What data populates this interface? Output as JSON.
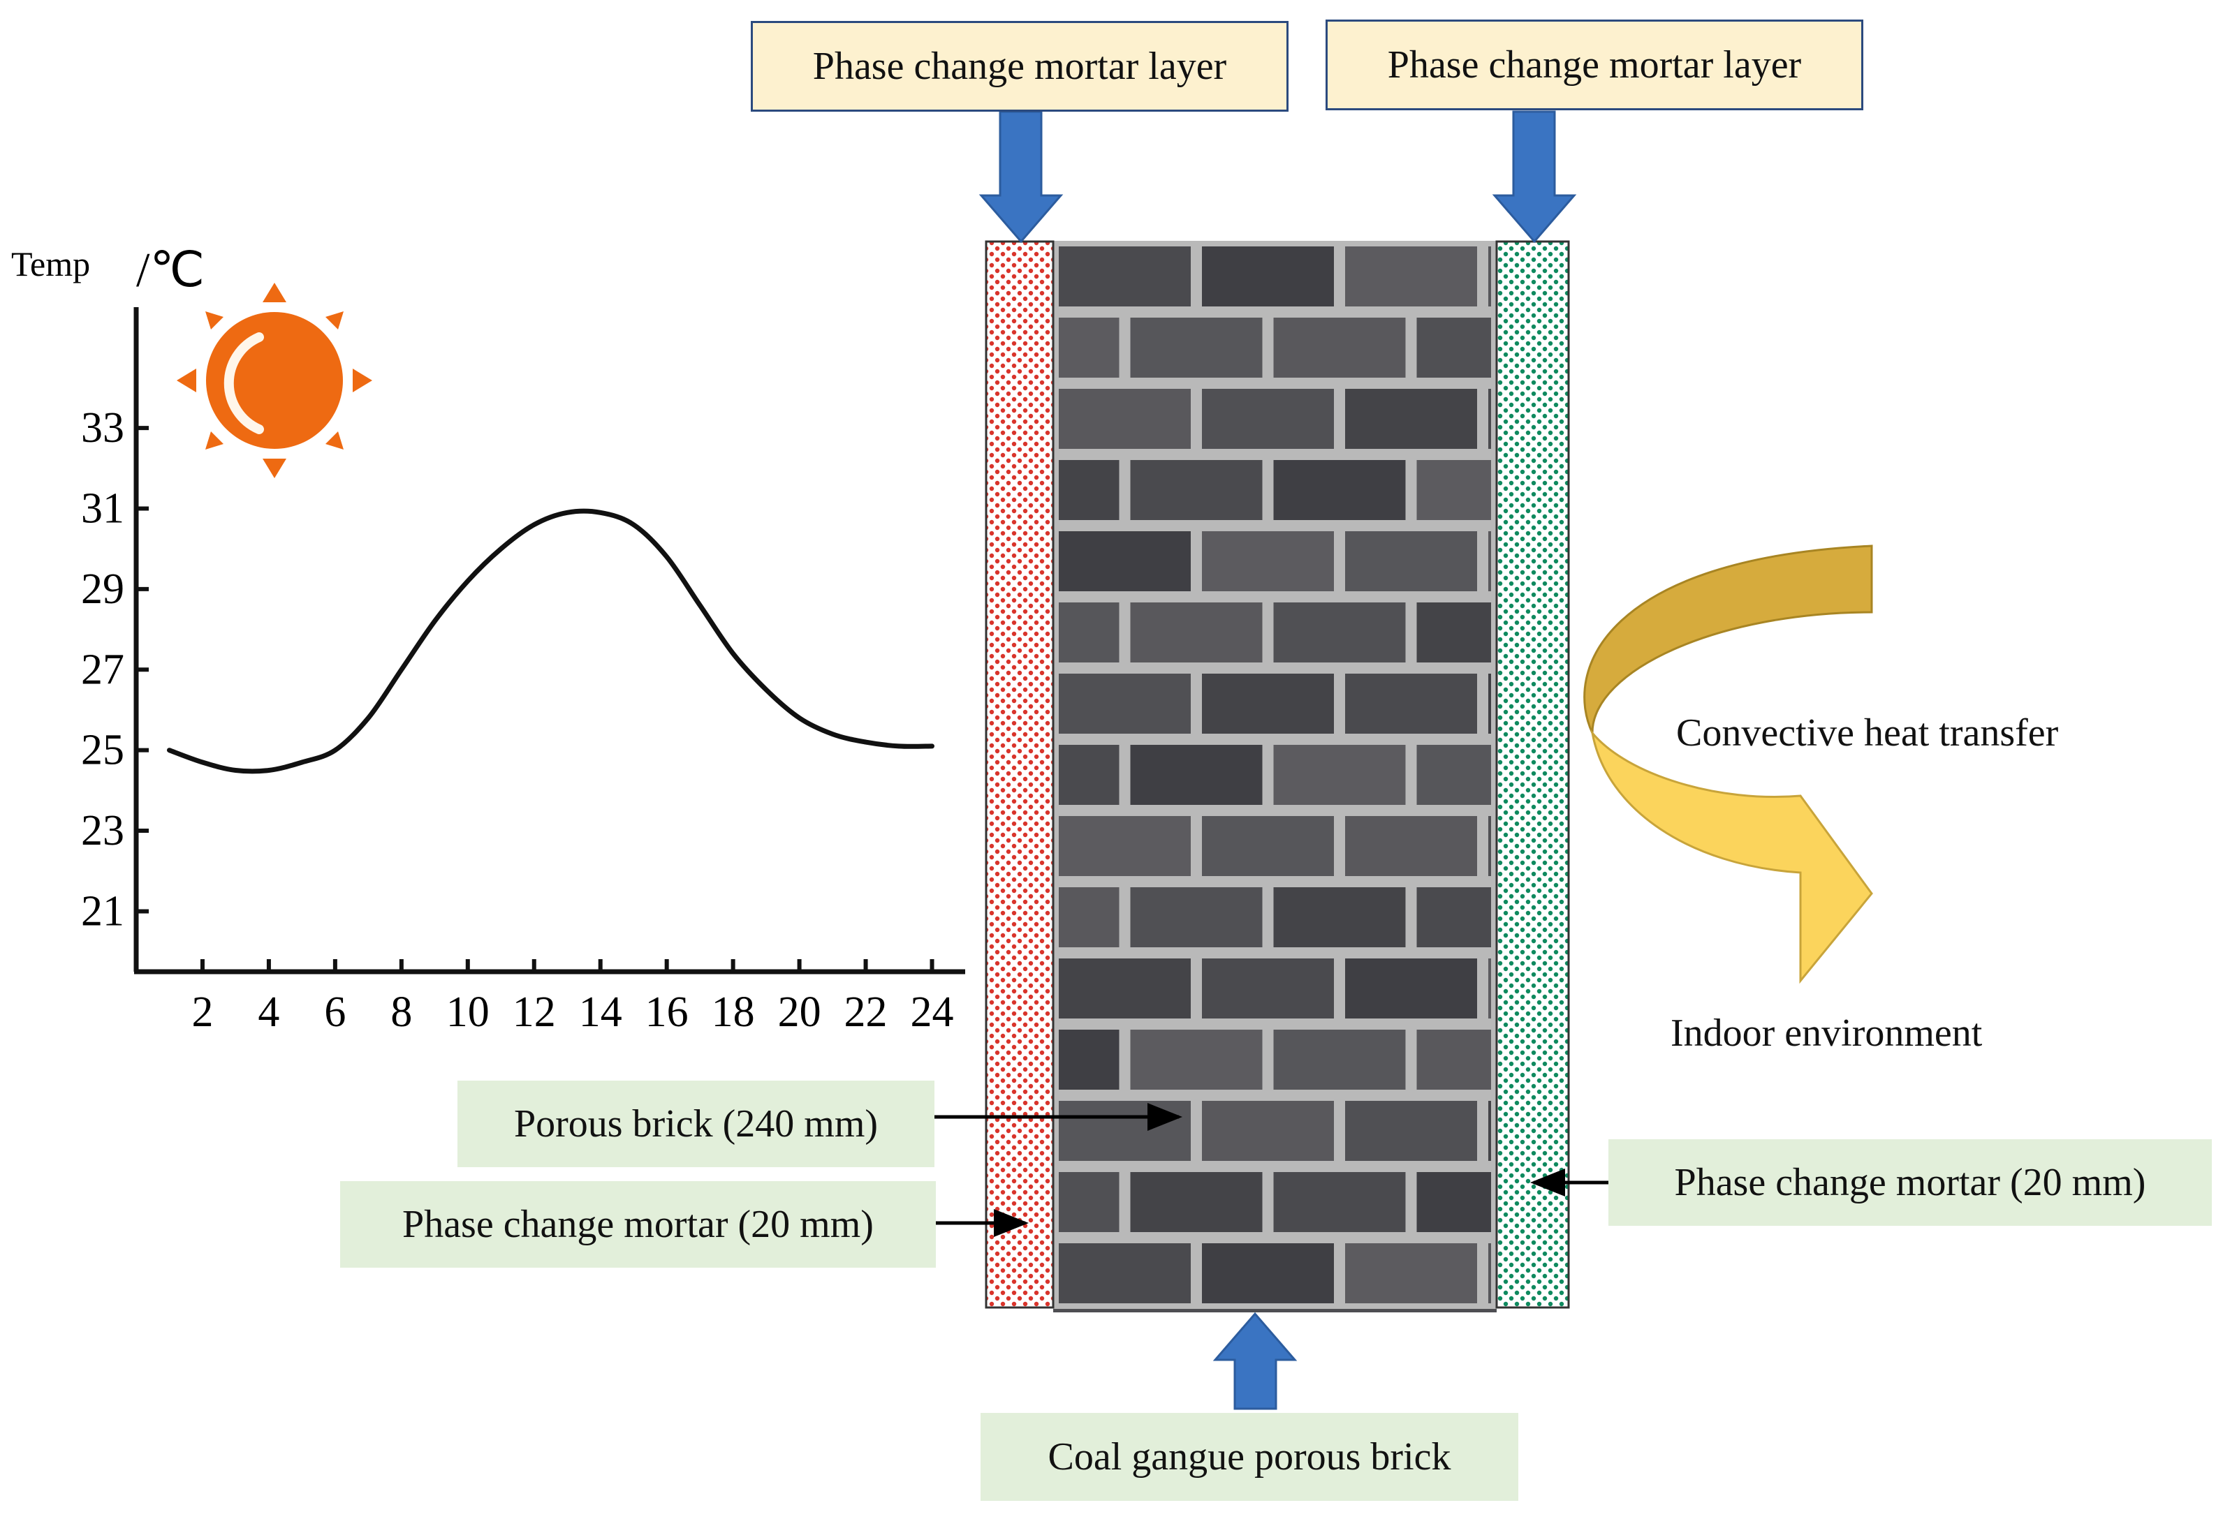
{
  "labels": {
    "pcm_layer_left": "Phase change mortar layer",
    "pcm_layer_right": "Phase change mortar layer",
    "porous_brick": "Porous brick (240 mm)",
    "pcm_20mm_left": "Phase change mortar (20 mm)",
    "pcm_20mm_right": "Phase change mortar (20 mm)",
    "coal_gangue": "Coal gangue porous brick",
    "convective": "Convective heat transfer",
    "indoor": "Indoor environment"
  },
  "chart_data": {
    "type": "line",
    "ylabel_text": "Temp",
    "ylabel_unit": "/℃",
    "xticks": [
      "2",
      "4",
      "6",
      "8",
      "10",
      "12",
      "14",
      "16",
      "18",
      "20",
      "22",
      "24"
    ],
    "yticks": [
      "21",
      "23",
      "25",
      "27",
      "29",
      "31",
      "33"
    ],
    "xlim": [
      0,
      25
    ],
    "ylim": [
      19.5,
      36
    ],
    "series": [
      {
        "x": [
          1,
          2,
          3,
          4,
          5,
          6,
          7,
          8,
          9,
          10,
          11,
          12,
          13,
          14,
          15,
          16,
          17,
          18,
          19,
          20,
          21,
          22,
          23,
          24
        ],
        "y": [
          25.0,
          24.7,
          24.5,
          24.5,
          24.7,
          25.0,
          25.8,
          27.0,
          28.2,
          29.2,
          30.0,
          30.6,
          30.9,
          30.9,
          30.6,
          29.8,
          28.6,
          27.4,
          26.5,
          25.8,
          25.4,
          25.2,
          25.1,
          25.1
        ]
      }
    ]
  },
  "colors": {
    "arrow_blue": "#3a74c2",
    "pcm_left_dots": "#d9342b",
    "pcm_right_dots": "#0f8a5f",
    "brick": "#4e4e52",
    "mortar_joint": "#b9b9b9",
    "sun": "#ee6a12",
    "curved_arrow_top": "#d6ab3d",
    "curved_arrow_bottom": "#fbd45c"
  }
}
